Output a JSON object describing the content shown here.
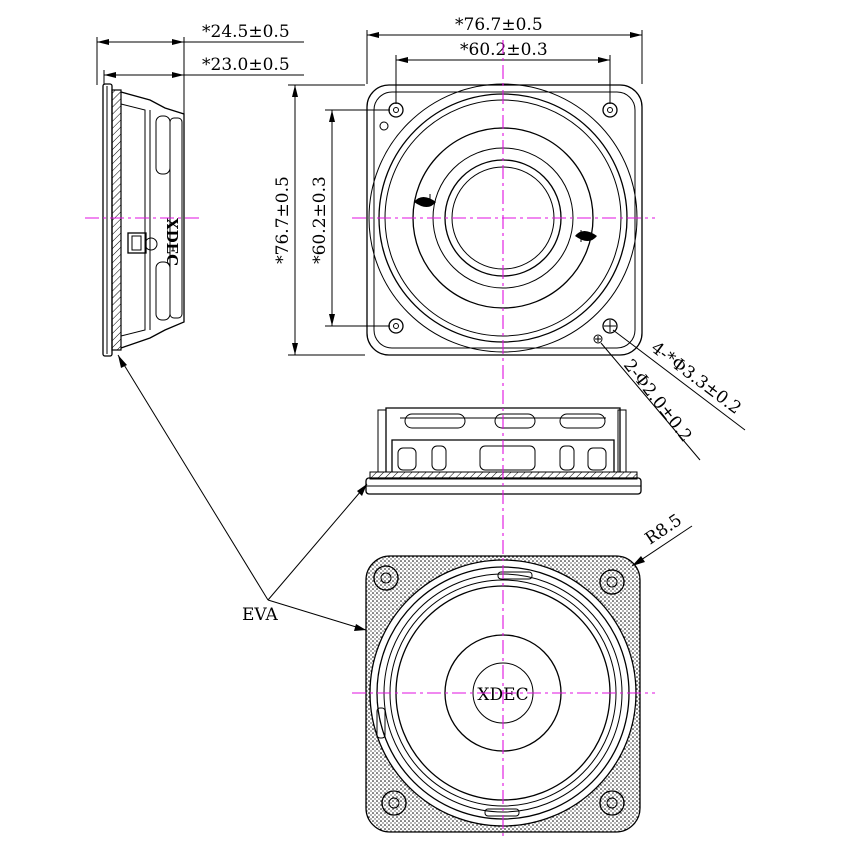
{
  "dimensions": {
    "side_depth_outer": "*24.5±0.5",
    "side_depth_inner": "*23.0±0.5",
    "front_width_outer": "*76.7±0.5",
    "front_width_holes": "*60.2±0.3",
    "front_height_outer": "*76.7±0.5",
    "front_height_holes": "*60.2±0.3",
    "mount_holes": "4-*Φ3.3±0.2",
    "small_holes": "2-Φ2.0±0.2",
    "corner_radius": "R8.5"
  },
  "labels": {
    "eva": "EVA",
    "brand_center": "XDEC",
    "brand_side": "XDEC"
  },
  "colors": {
    "line": "#000000",
    "centerline": "#e010e0",
    "background": "#ffffff"
  }
}
